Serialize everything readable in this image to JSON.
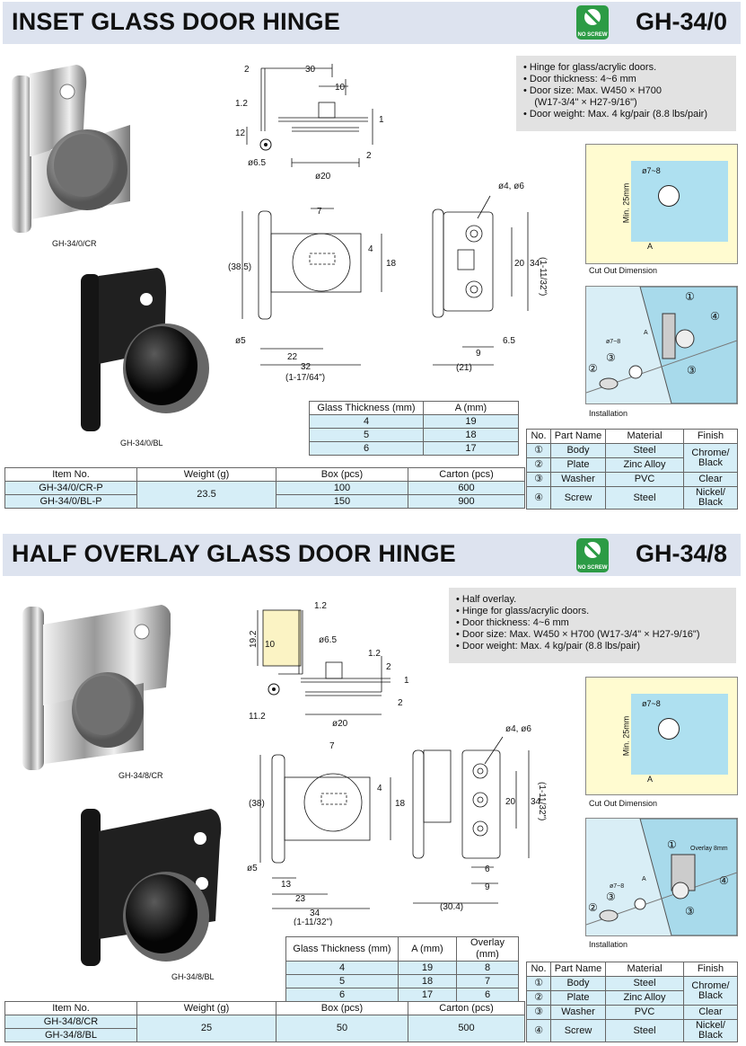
{
  "sections": [
    {
      "title": "INSET GLASS DOOR HINGE",
      "code": "GH-34/0",
      "noscrew_label": "NO SCREW",
      "specs": [
        "• Hinge for glass/acrylic doors.",
        "• Door thickness: 4~6 mm",
        "• Door size: Max. W450 × H700",
        "    (W17-3/4\" × H27-9/16\")",
        "• Door weight: Max. 4 kg/pair (8.8 lbs/pair)"
      ],
      "photo_labels": [
        "GH-34/0/CR",
        "GH-34/0/BL"
      ],
      "side_dims": [
        "2",
        "30",
        "10",
        "1.2",
        "12",
        "1",
        "2",
        "ø6.5",
        "ø20"
      ],
      "front_dims": [
        "7",
        "(38.5)",
        "4",
        "18",
        "ø5",
        "22",
        "32",
        "(1-17/64\")"
      ],
      "back_dims": [
        "ø4, ø6",
        "20",
        "34",
        "(1-11/32\")",
        "9",
        "6.5",
        "(21)"
      ],
      "cutout": {
        "hole": "ø7~8",
        "min": "Min. 25mm",
        "a": "A",
        "caption": "Cut Out Dimension"
      },
      "install": {
        "caption": "Installation",
        "hole": "ø7~8",
        "a": "A",
        "nums": [
          "①",
          "②",
          "③",
          "③",
          "④"
        ]
      },
      "glass_table": {
        "headers": [
          "Glass Thickness (mm)",
          "A (mm)"
        ],
        "rows": [
          [
            "4",
            "19"
          ],
          [
            "5",
            "18"
          ],
          [
            "6",
            "17"
          ]
        ]
      },
      "item_table": {
        "headers": [
          "Item No.",
          "Weight (g)",
          "Box (pcs)",
          "Carton (pcs)"
        ],
        "rows": [
          [
            "GH-34/0/CR-P",
            "23.5",
            "100",
            "600"
          ],
          [
            "GH-34/0/BL-P",
            "",
            "150",
            "900"
          ]
        ]
      },
      "parts_table": {
        "headers": [
          "No.",
          "Part Name",
          "Material",
          "Finish"
        ],
        "rows": [
          [
            "①",
            "Body",
            "Steel",
            "Chrome/\nBlack"
          ],
          [
            "②",
            "Plate",
            "Zinc Alloy",
            ""
          ],
          [
            "③",
            "Washer",
            "PVC",
            "Clear"
          ],
          [
            "④",
            "Screw",
            "Steel",
            "Nickel/\nBlack"
          ]
        ]
      }
    },
    {
      "title": "HALF OVERLAY GLASS DOOR HINGE",
      "code": "GH-34/8",
      "noscrew_label": "NO SCREW",
      "specs": [
        "• Half overlay.",
        "• Hinge for glass/acrylic doors.",
        "• Door thickness: 4~6 mm",
        "• Door size: Max. W450 × H700 (W17-3/4\" × H27-9/16\")",
        "• Door weight: Max. 4 kg/pair (8.8 lbs/pair)"
      ],
      "photo_labels": [
        "GH-34/8/CR",
        "GH-34/8/BL"
      ],
      "side_dims": [
        "1.2",
        "19.2",
        "10",
        "ø6.5",
        "1.2",
        "2",
        "1",
        "ø20",
        "11.2",
        "2"
      ],
      "front_dims": [
        "7",
        "(38)",
        "4",
        "18",
        "ø5",
        "13",
        "23",
        "34",
        "(1-11/32\")"
      ],
      "back_dims": [
        "ø4, ø6",
        "20",
        "34",
        "(1-11/32\")",
        "6",
        "9",
        "(30.4)"
      ],
      "cutout": {
        "hole": "ø7~8",
        "min": "Min. 25mm",
        "a": "A",
        "caption": "Cut Out Dimension"
      },
      "install": {
        "caption": "Installation",
        "hole": "ø7~8",
        "a": "A",
        "overlay": "Overlay 8mm",
        "nums": [
          "①",
          "②",
          "③",
          "③",
          "④"
        ]
      },
      "glass_table": {
        "headers": [
          "Glass Thickness (mm)",
          "A (mm)",
          "Overlay (mm)"
        ],
        "rows": [
          [
            "4",
            "19",
            "8"
          ],
          [
            "5",
            "18",
            "7"
          ],
          [
            "6",
            "17",
            "6"
          ]
        ]
      },
      "item_table": {
        "headers": [
          "Item No.",
          "Weight (g)",
          "Box (pcs)",
          "Carton (pcs)"
        ],
        "rows": [
          [
            "GH-34/8/CR",
            "25",
            "50",
            "500"
          ],
          [
            "GH-34/8/BL",
            "",
            "",
            ""
          ]
        ]
      },
      "parts_table": {
        "headers": [
          "No.",
          "Part Name",
          "Material",
          "Finish"
        ],
        "rows": [
          [
            "①",
            "Body",
            "Steel",
            "Chrome/\nBlack"
          ],
          [
            "②",
            "Plate",
            "Zinc Alloy",
            ""
          ],
          [
            "③",
            "Washer",
            "PVC",
            "Clear"
          ],
          [
            "④",
            "Screw",
            "Steel",
            "Nickel/\nBlack"
          ]
        ]
      }
    }
  ],
  "colors": {
    "band": "#dde3ef",
    "cell": "#d6eef7",
    "noscrew": "#2c9b45",
    "cutout_bg": "#fffbd0",
    "glass": "#aee0f0"
  }
}
